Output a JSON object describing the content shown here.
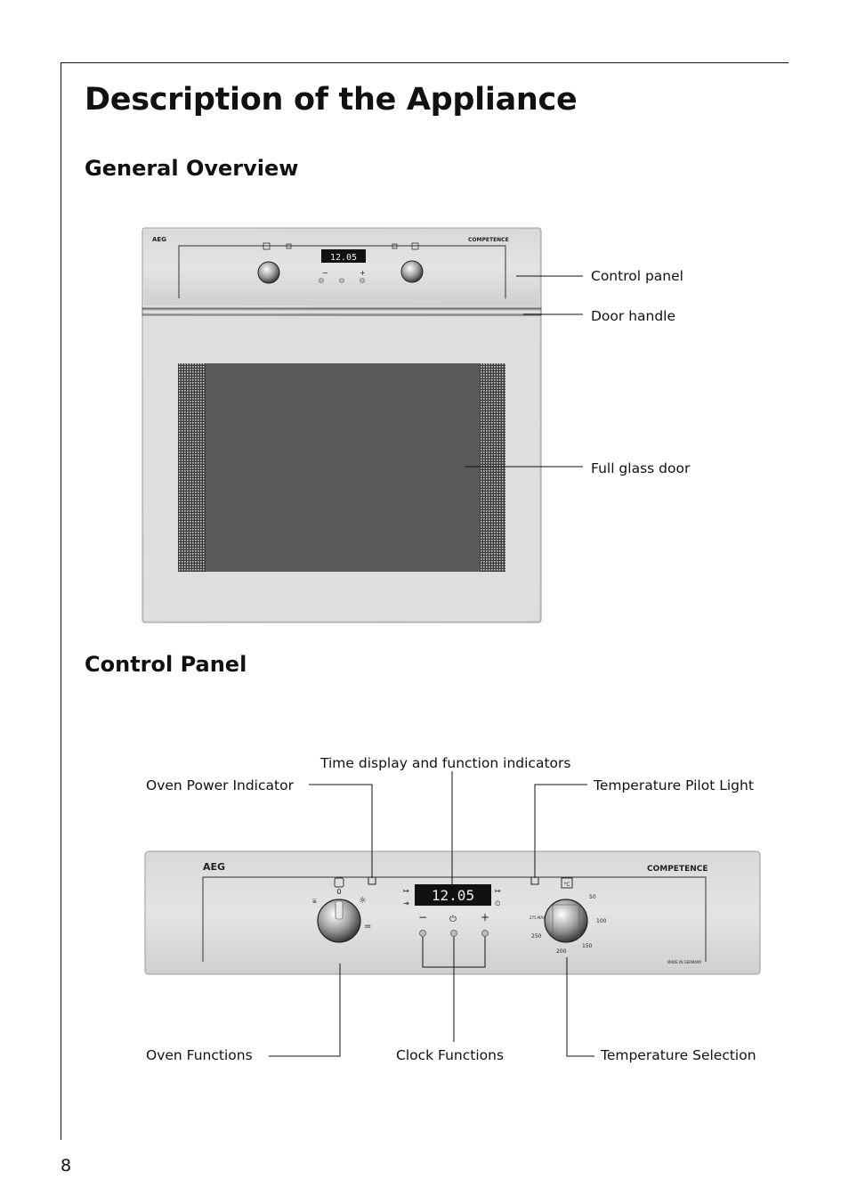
{
  "page": {
    "title": "Description of the Appliance",
    "page_number": "8"
  },
  "sections": {
    "overview_heading": "General Overview",
    "control_panel_heading": "Control Panel"
  },
  "overview_labels": {
    "control_panel": "Control panel",
    "door_handle": "Door handle",
    "full_glass_door": "Full glass door"
  },
  "control_panel_labels": {
    "time_display": "Time display and function indicators",
    "power_indicator": "Oven Power Indicator",
    "temperature_pilot": "Temperature Pilot Light",
    "oven_functions": "Oven Functions",
    "clock_functions": "Clock Functions",
    "temperature_selection": "Temperature Selection"
  },
  "appliance": {
    "brand": "AEG",
    "model": "COMPETENCE",
    "clock_time": "12.05",
    "dial_zero": "0",
    "temp_unit": "°C",
    "temp_marks": [
      "50",
      "100",
      "150",
      "200",
      "250"
    ],
    "temp_extra": "275 MAX",
    "minus": "−",
    "plus": "+",
    "made_in": "MADE IN GERMANY"
  }
}
